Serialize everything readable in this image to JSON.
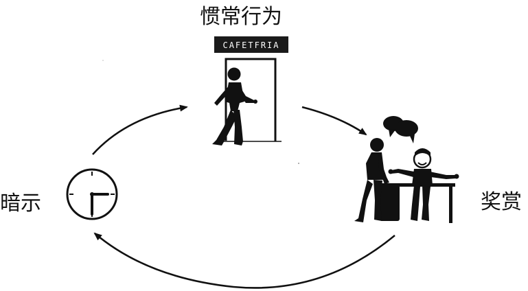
{
  "labels": {
    "habit": "惯常行为",
    "cue": "暗示",
    "reward": "奖赏"
  },
  "sign_text": "CAFETFRIA",
  "icons": {
    "cue": "clock-icon",
    "habit": "person-walking-through-door-icon",
    "reward": "people-at-desk-talking-icon"
  },
  "colors": {
    "ink": "#111111",
    "background": "#ffffff",
    "sign_text": "#ffffff"
  }
}
